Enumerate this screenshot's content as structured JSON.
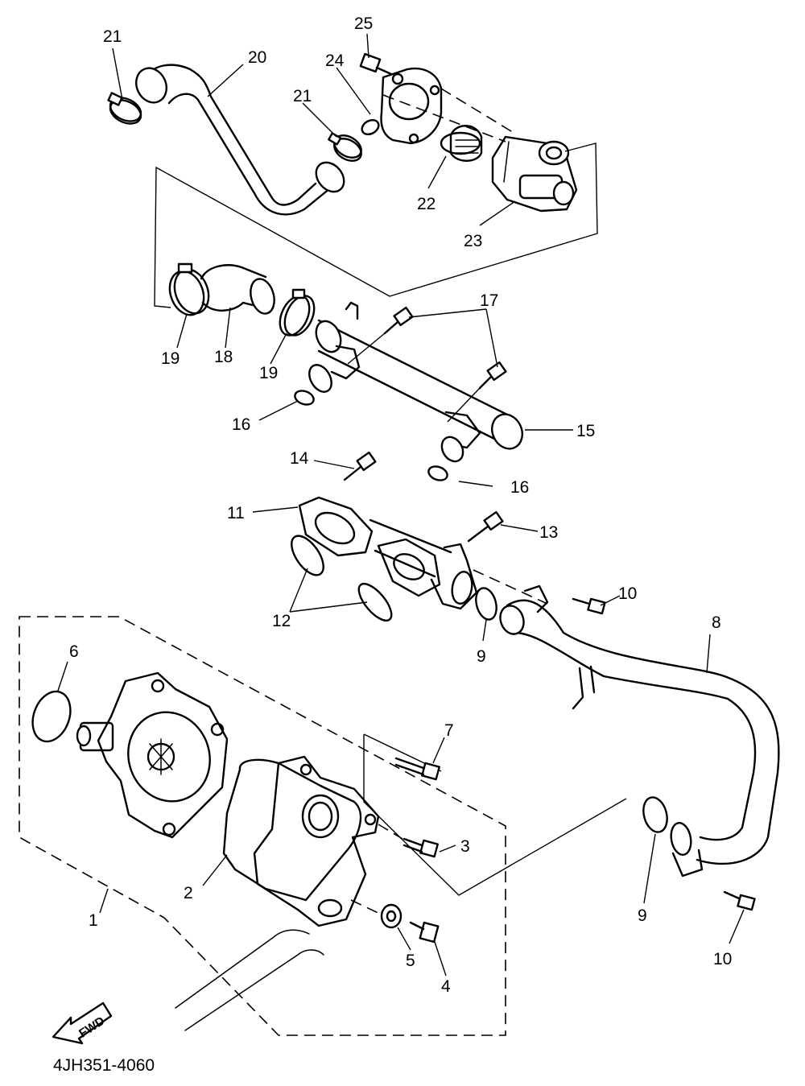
{
  "diagram_code": "4JH351-4060",
  "direction_label": "FWD",
  "callouts": {
    "c1": "1",
    "c2": "2",
    "c3": "3",
    "c4": "4",
    "c5": "5",
    "c6": "6",
    "c7": "7",
    "c8": "8",
    "c9a": "9",
    "c9b": "9",
    "c10a": "10",
    "c10b": "10",
    "c11": "11",
    "c12": "12",
    "c13": "13",
    "c14": "14",
    "c15": "15",
    "c16a": "16",
    "c16b": "16",
    "c17": "17",
    "c18": "18",
    "c19a": "19",
    "c19b": "19",
    "c20": "20",
    "c21a": "21",
    "c21b": "21",
    "c22": "22",
    "c23": "23",
    "c24": "24",
    "c25": "25"
  }
}
